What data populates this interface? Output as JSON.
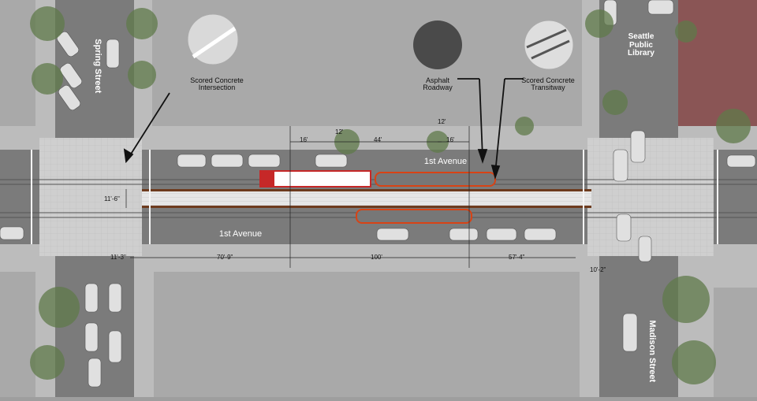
{
  "callouts": {
    "scored_concrete_intersection": "Scored Concrete\nIntersection",
    "asphalt_roadway": "Asphalt\nRoadway",
    "scored_concrete_transitway": "Scored Concrete\nTransitway"
  },
  "streets": {
    "spring": "Spring Street",
    "madison": "Madison Street",
    "first_ave_north": "1st Avenue",
    "first_ave_south": "1st Avenue"
  },
  "landmark": "Seattle\nPublic\nLibrary",
  "dimensions": {
    "d12": "12'",
    "d16a": "16'",
    "d44": "44'",
    "d12b": "12'",
    "d16b": "16'",
    "d11_6": "11'-6\"",
    "d11_3": "11'-3\"",
    "d70_9": "70'-9\"",
    "d100": "100'",
    "d57_4": "57'-4\"",
    "d10_2": "10'-2\""
  },
  "colors": {
    "building": "#a9a9a9",
    "library": "#8a5555",
    "roadway": "#7b7b7b",
    "sidewalk": "#c4c4c4",
    "intersection": "#d6d6d6",
    "transitway": "#e3e3e3",
    "streetcar_red": "#c62828",
    "platform_brown": "#6d3b1e"
  }
}
